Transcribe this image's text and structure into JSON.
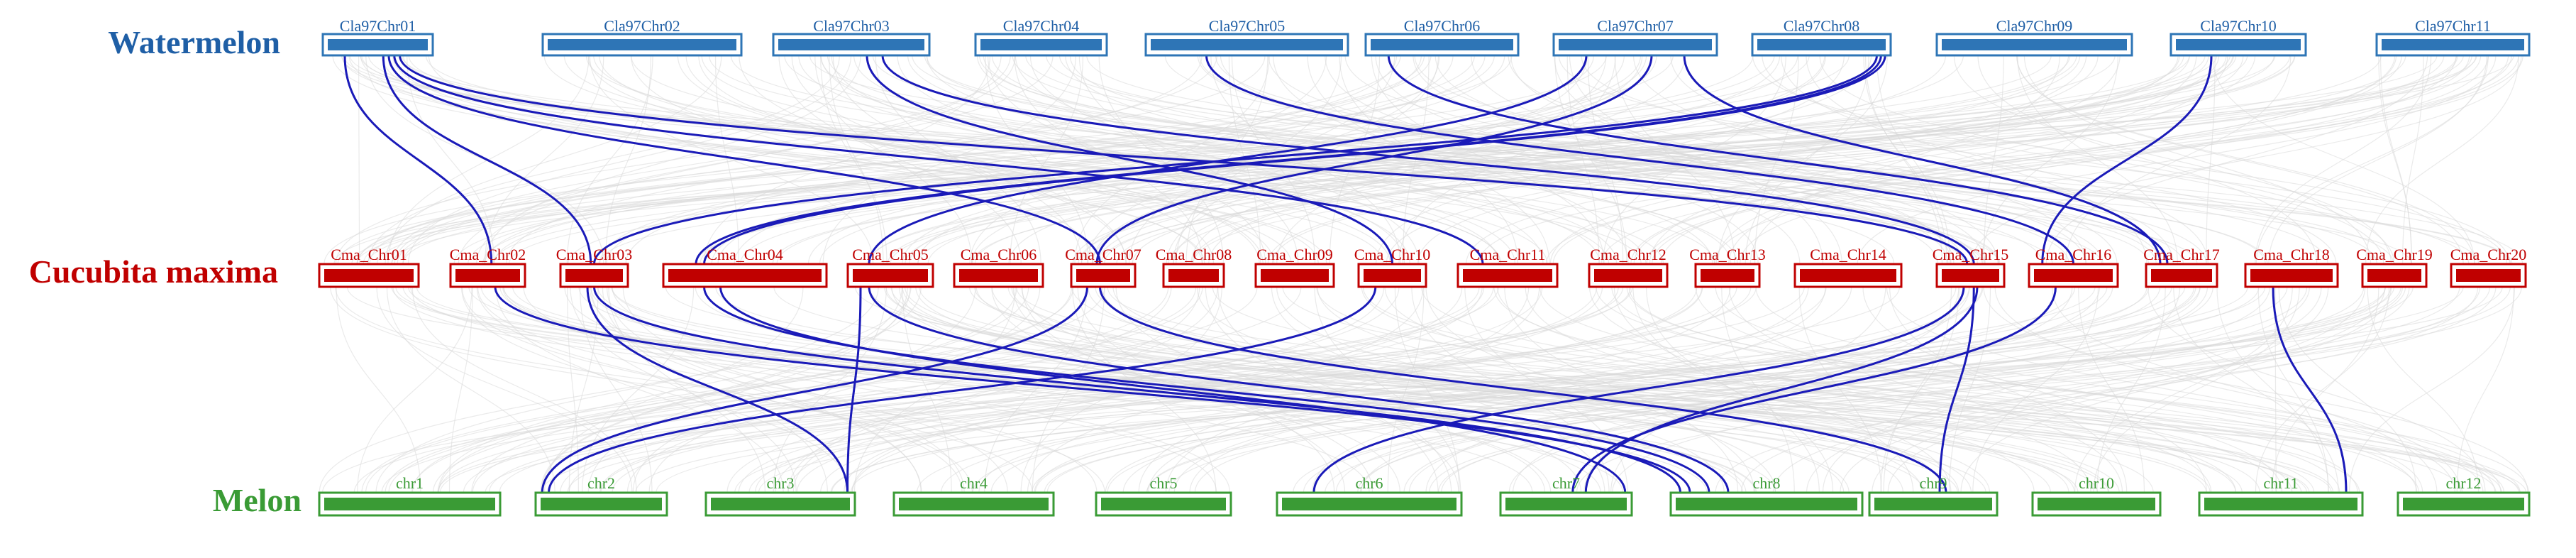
{
  "species": [
    {
      "name": "Watermelon",
      "color": "#1f5fa6",
      "fill": "#2e75b6",
      "chromosomes": [
        "Cla97Chr01",
        "Cla97Chr02",
        "Cla97Chr03",
        "Cla97Chr04",
        "Cla97Chr05",
        "Cla97Chr06",
        "Cla97Chr07",
        "Cla97Chr08",
        "Cla97Chr09",
        "Cla97Chr10",
        "Cla97Chr11"
      ]
    },
    {
      "name": "Cucubita maxima",
      "color": "#c00000",
      "fill": "#c00000",
      "chromosomes": [
        "Cma_Chr01",
        "Cma_Chr02",
        "Cma_Chr03",
        "Cma_Chr04",
        "Cma_Chr05",
        "Cma_Chr06",
        "Cma_Chr07",
        "Cma_Chr08",
        "Cma_Chr09",
        "Cma_Chr10",
        "Cma_Chr11",
        "Cma_Chr12",
        "Cma_Chr13",
        "Cma_Chr14",
        "Cma_Chr15",
        "Cma_Chr16",
        "Cma_Chr17",
        "Cma_Chr18",
        "Cma_Chr19",
        "Cma_Chr20"
      ]
    },
    {
      "name": "Melon",
      "color": "#3a9b35",
      "fill": "#3a9b35",
      "chromosomes": [
        "chr1",
        "chr2",
        "chr3",
        "chr4",
        "chr5",
        "chr6",
        "chr7",
        "chr8",
        "chr9",
        "chr10",
        "chr11",
        "chr12"
      ]
    }
  ],
  "colors": {
    "highlight_link": "#1a1ab8",
    "background_link": "#d9d9d9"
  },
  "links_top": [
    [
      0,
      0.2,
      1,
      0.55
    ],
    [
      0,
      0.55,
      2,
      0.45
    ],
    [
      0,
      0.6,
      6,
      0.45
    ],
    [
      0,
      0.65,
      10,
      0.25
    ],
    [
      0,
      0.7,
      14,
      0.45
    ],
    [
      2,
      0.6,
      9,
      0.5
    ],
    [
      2,
      0.7,
      14,
      0.55
    ],
    [
      4,
      0.3,
      15,
      0.5
    ],
    [
      5,
      0.15,
      16,
      0.3
    ],
    [
      6,
      0.2,
      4,
      0.25
    ],
    [
      6,
      0.6,
      6,
      0.4
    ],
    [
      6,
      0.8,
      16,
      0.2
    ],
    [
      7,
      0.9,
      2,
      0.5
    ],
    [
      7,
      0.93,
      3,
      0.2
    ],
    [
      7,
      0.96,
      3,
      0.25
    ],
    [
      9,
      0.3,
      15,
      0.15
    ]
  ],
  "links_bottom": [
    [
      1,
      0.6,
      7,
      0.1
    ],
    [
      2,
      0.4,
      2,
      0.95
    ],
    [
      2,
      0.5,
      7,
      0.05
    ],
    [
      3,
      0.25,
      7,
      0.2
    ],
    [
      3,
      0.35,
      6,
      0.95
    ],
    [
      4,
      0.15,
      2,
      0.95
    ],
    [
      4,
      0.25,
      7,
      0.3
    ],
    [
      6,
      0.25,
      1,
      0.05
    ],
    [
      6,
      0.45,
      8,
      0.6
    ],
    [
      9,
      0.25,
      1,
      0.1
    ],
    [
      14,
      0.4,
      5,
      0.2
    ],
    [
      14,
      0.6,
      6,
      0.65
    ],
    [
      14,
      0.55,
      8,
      0.55
    ],
    [
      15,
      0.3,
      6,
      0.55
    ],
    [
      17,
      0.3,
      10,
      0.9
    ]
  ]
}
